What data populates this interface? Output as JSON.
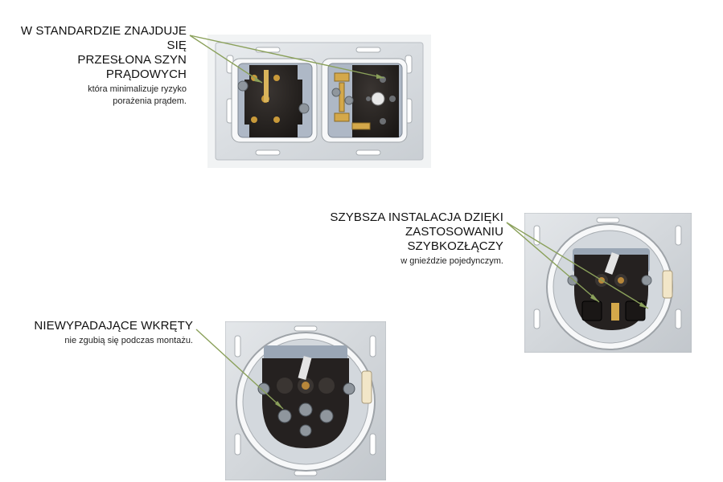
{
  "captions": {
    "top": {
      "line1": "W STANDARDZIE ZNAJDUJE SIĘ",
      "line2": "PRZESŁONA SZYN PRĄDOWYCH",
      "sub1": "która minimalizuje ryzyko",
      "sub2": "porażenia prądem."
    },
    "right": {
      "line1": "SZYBSZA INSTALACJA DZIĘKI",
      "line2": "ZASTOSOWANIU SZYBKOZŁĄCZY",
      "sub1": "w gnieździe pojedynczym."
    },
    "bottom": {
      "line1": "NIEWYPADAJĄCE WKRĘTY",
      "sub1": "nie zgubią się podczas montażu."
    }
  },
  "colors": {
    "leader_line": "#8aa05a",
    "background": "#ffffff"
  }
}
